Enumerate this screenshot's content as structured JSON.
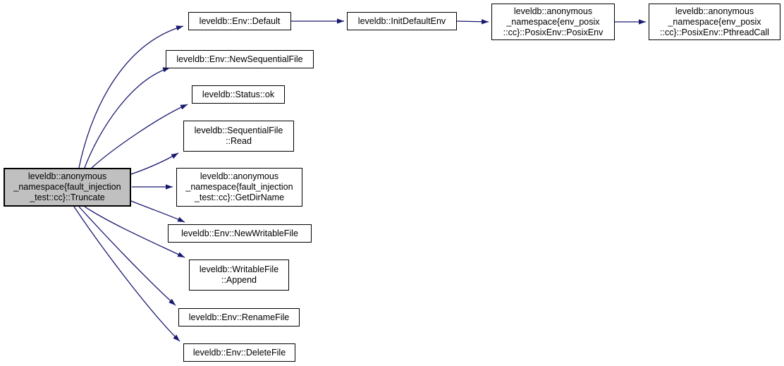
{
  "diagram": {
    "kind": "call-graph",
    "colors": {
      "edge": "#191970",
      "node_border": "#000000",
      "node_fill": "#ffffff",
      "highlight_fill": "#c0c0c0",
      "background": "#ffffff"
    },
    "nodes": [
      {
        "id": "truncate",
        "label": "leveldb::anonymous\n_namespace{fault_injection\n_test::cc}::Truncate",
        "highlighted": true
      },
      {
        "id": "env-default",
        "label": "leveldb::Env::Default",
        "highlighted": false
      },
      {
        "id": "init-default-env",
        "label": "leveldb::InitDefaultEnv",
        "highlighted": false
      },
      {
        "id": "posix-env-posix-env",
        "label": "leveldb::anonymous\n_namespace{env_posix\n::cc}::PosixEnv::PosixEnv",
        "highlighted": false
      },
      {
        "id": "posix-env-pthread-call",
        "label": "leveldb::anonymous\n_namespace{env_posix\n::cc}::PosixEnv::PthreadCall",
        "highlighted": false
      },
      {
        "id": "new-sequential-file",
        "label": "leveldb::Env::NewSequentialFile",
        "highlighted": false
      },
      {
        "id": "status-ok",
        "label": "leveldb::Status::ok",
        "highlighted": false
      },
      {
        "id": "sequential-file-read",
        "label": "leveldb::SequentialFile\n::Read",
        "highlighted": false
      },
      {
        "id": "get-dir-name",
        "label": "leveldb::anonymous\n_namespace{fault_injection\n_test::cc}::GetDirName",
        "highlighted": false
      },
      {
        "id": "new-writable-file",
        "label": "leveldb::Env::NewWritableFile",
        "highlighted": false
      },
      {
        "id": "writable-file-append",
        "label": "leveldb::WritableFile\n::Append",
        "highlighted": false
      },
      {
        "id": "rename-file",
        "label": "leveldb::Env::RenameFile",
        "highlighted": false
      },
      {
        "id": "delete-file",
        "label": "leveldb::Env::DeleteFile",
        "highlighted": false
      }
    ],
    "edges": [
      {
        "from": "truncate",
        "to": "env-default"
      },
      {
        "from": "truncate",
        "to": "new-sequential-file"
      },
      {
        "from": "truncate",
        "to": "status-ok"
      },
      {
        "from": "truncate",
        "to": "sequential-file-read"
      },
      {
        "from": "truncate",
        "to": "get-dir-name"
      },
      {
        "from": "truncate",
        "to": "new-writable-file"
      },
      {
        "from": "truncate",
        "to": "writable-file-append"
      },
      {
        "from": "truncate",
        "to": "rename-file"
      },
      {
        "from": "truncate",
        "to": "delete-file"
      },
      {
        "from": "env-default",
        "to": "init-default-env"
      },
      {
        "from": "init-default-env",
        "to": "posix-env-posix-env"
      },
      {
        "from": "posix-env-posix-env",
        "to": "posix-env-pthread-call"
      }
    ]
  }
}
